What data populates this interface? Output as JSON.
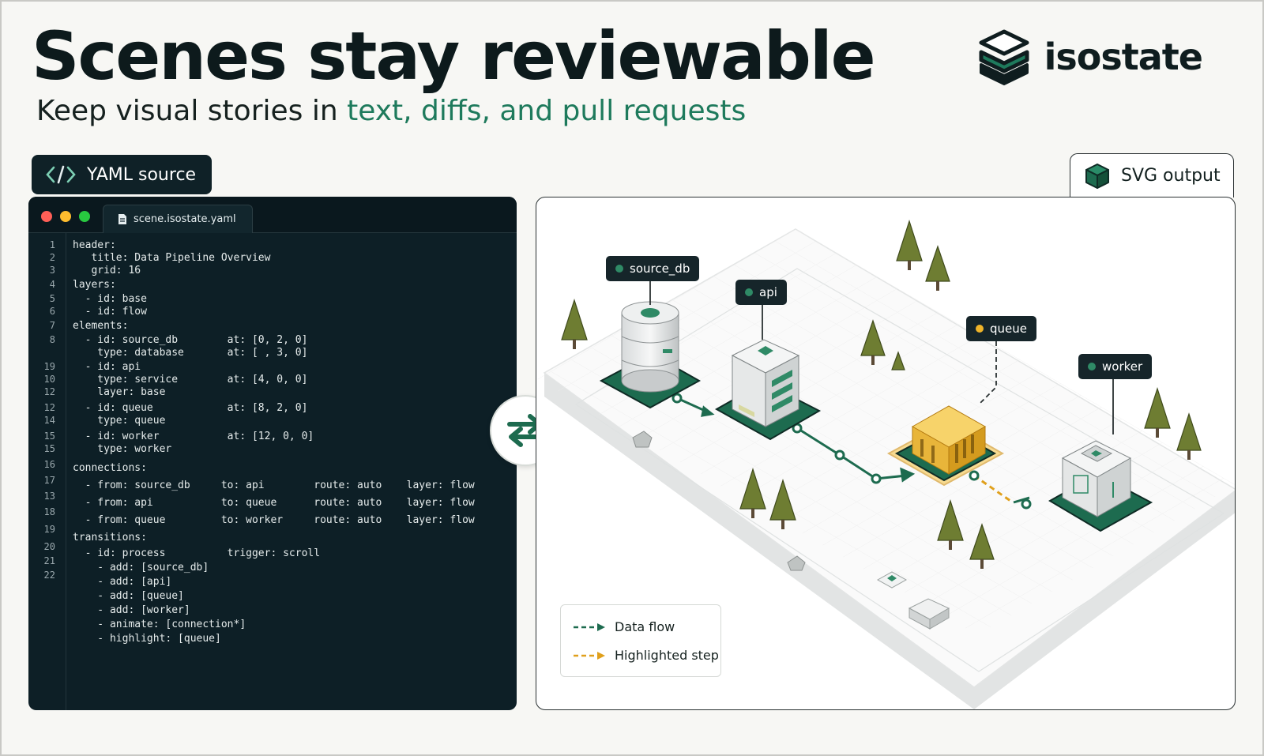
{
  "header": {
    "title": "Scenes stay reviewable",
    "subtitle_prefix": "Keep visual stories in ",
    "subtitle_accent": "text, diffs, and pull requests"
  },
  "brand": {
    "name": "isostate",
    "logo_icon": "isometric-stack-logo"
  },
  "yaml_panel": {
    "tag_label": "YAML source",
    "tag_icon": "code-icon",
    "file_tab": "scene.isostate.yaml",
    "line_numbers": [
      "1",
      "2",
      "3",
      "4",
      "5",
      "6",
      "7",
      "8",
      "19",
      "10",
      "12",
      "12",
      "14",
      "15",
      "15",
      "16",
      "17",
      "13",
      "18",
      "19",
      "20",
      "21",
      "22"
    ],
    "lines": [
      {
        "t": "header:",
        "k": "header:"
      },
      {
        "t": "   title: Data Pipeline Overview"
      },
      {
        "t": "   grid: 16"
      },
      {
        "t": "layers:",
        "k": "layers:"
      },
      {
        "t": "  - id: base"
      },
      {
        "t": "  - id: flow"
      },
      {
        "t": "elements:",
        "k": "elements:"
      },
      {
        "t": "  - id: source_db        at: [0, 2, 0]"
      },
      {
        "t": "    type: database       at: [ , 3, 0]"
      },
      {
        "t": "  - id: api"
      },
      {
        "t": "    type: service        at: [4, 0, 0]"
      },
      {
        "t": "    layer: base"
      },
      {
        "t": "  - id: queue            at: [8, 2, 0]"
      },
      {
        "t": "    type: queue"
      },
      {
        "t": "  - id: worker           at: [12, 0, 0]"
      },
      {
        "t": "    type: worker"
      },
      {
        "t": "connections:"
      },
      {
        "t": "  - from: source_db     to: api        route: auto    layer: flow"
      },
      {
        "t": "  - from: api           to: queue      route: auto    layer: flow"
      },
      {
        "t": "  - from: queue         to: worker     route: auto    layer: flow"
      },
      {
        "t": "transitions:"
      },
      {
        "t": "  - id: process          trigger: scroll"
      },
      {
        "t": "    - add: [source_db]"
      },
      {
        "t": "    - add: [api]"
      },
      {
        "t": "    - add: [queue]"
      },
      {
        "t": "    - add: [worker]"
      },
      {
        "t": "    - animate: [connection*]"
      },
      {
        "t": "    - highlight: [queue]"
      }
    ]
  },
  "output_panel": {
    "tag_label": "SVG output",
    "tag_icon": "cube-icon",
    "nodes": [
      {
        "id": "source_db",
        "label": "source_db",
        "dot": "#2f8a66"
      },
      {
        "id": "api",
        "label": "api",
        "dot": "#2f8a66"
      },
      {
        "id": "queue",
        "label": "queue",
        "dot": "#f0b429"
      },
      {
        "id": "worker",
        "label": "worker",
        "dot": "#2f8a66"
      }
    ],
    "legend": {
      "data_flow": "Data flow",
      "highlighted_step": "Highlighted step"
    },
    "colors": {
      "flow": "#1d6b4f",
      "highlight": "#e0a01c",
      "platform": "#ffffff"
    }
  }
}
